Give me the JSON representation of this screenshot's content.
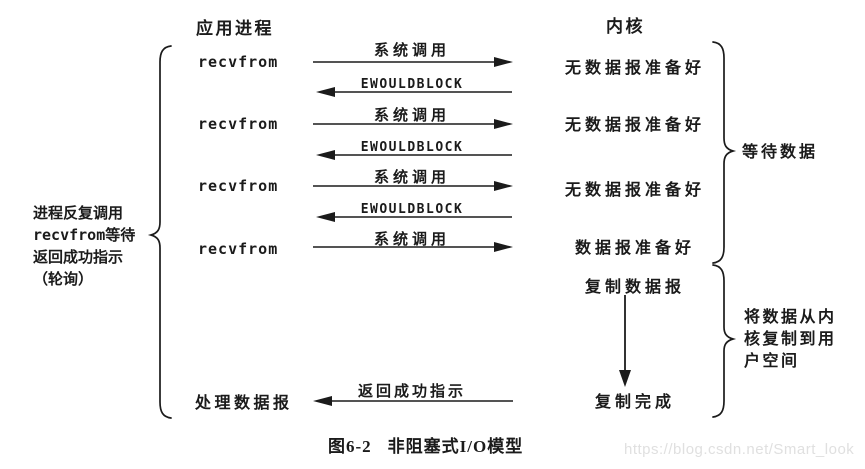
{
  "page": {
    "background": "#ffffff",
    "ink_color": "#1b1b1b",
    "watermark_color": "#e0e0e0"
  },
  "headers": {
    "application": "应用进程",
    "kernel": "内核"
  },
  "left_column": {
    "recvfrom_labels": [
      "recvfrom",
      "recvfrom",
      "recvfrom",
      "recvfrom"
    ],
    "process_datagram": "处理数据报",
    "side_note_lines": [
      "进程反复调用",
      "recvfrom等待",
      "返回成功指示",
      "（轮询）"
    ]
  },
  "arrows": {
    "syscall_labels": [
      "系统调用",
      "系统调用",
      "系统调用",
      "系统调用"
    ],
    "ewouldblock_labels": [
      "EWOULDBLOCK",
      "EWOULDBLOCK",
      "EWOULDBLOCK"
    ],
    "return_success_label": "返回成功指示"
  },
  "kernel_column": {
    "no_datagram_labels": [
      "无数据报准备好",
      "无数据报准备好",
      "无数据报准备好"
    ],
    "datagram_ready": "数据报准备好",
    "copy_datagram": "复制数据报",
    "copy_complete": "复制完成"
  },
  "brace_annotations": {
    "wait_for_data": "等待数据",
    "copy_note_lines": [
      "将数据从内",
      "核复制到用",
      "户空间"
    ]
  },
  "caption": {
    "figure_number": "图6-2",
    "title": "非阻塞式I/O模型"
  },
  "watermark": "https://blog.csdn.net/Smart_look"
}
